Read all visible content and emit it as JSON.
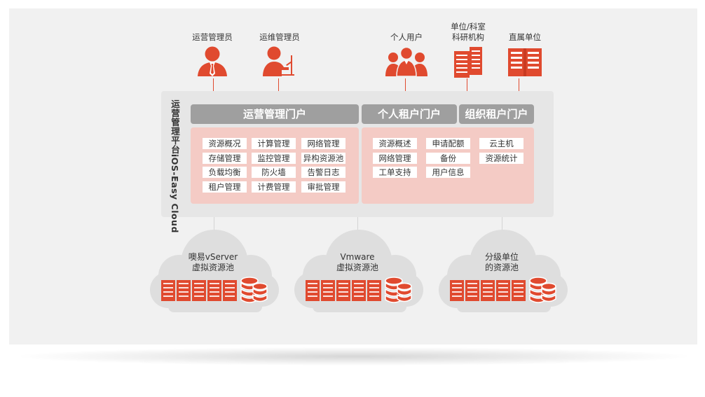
{
  "actors": [
    {
      "id": "ops-admin",
      "label": "运营管理员",
      "icon": "ops-admin-icon"
    },
    {
      "id": "maint-admin",
      "label": "运维管理员",
      "icon": "maint-admin-icon"
    },
    {
      "id": "personal-user",
      "label": "个人用户",
      "icon": "personal-user-icon"
    },
    {
      "id": "dept-office",
      "label_lines": [
        "单位/科室",
        "科研机构"
      ],
      "icon": "research-building-icon"
    },
    {
      "id": "direct-unit",
      "label": "直属单位",
      "icon": "direct-unit-building-icon"
    }
  ],
  "platform": {
    "title": "运营管理平台iOS-Easy Cloud",
    "portals": [
      {
        "id": "ops",
        "title": "运营管理门户"
      },
      {
        "id": "personal",
        "title": "个人租户门户"
      },
      {
        "id": "org",
        "title": "组织租户门户"
      }
    ],
    "ops_features": [
      [
        "资源概况",
        "计算管理",
        "网络管理"
      ],
      [
        "存储管理",
        "监控管理",
        "异构资源池"
      ],
      [
        "负载均衡",
        "防火墙",
        "告警日志"
      ],
      [
        "租户管理",
        "计费管理",
        "审批管理"
      ]
    ],
    "tenant_features": [
      [
        "资源概述",
        "申请配额",
        "云主机"
      ],
      [
        "网络管理",
        "备份",
        "资源统计"
      ],
      [
        "工单支持",
        "用户信息"
      ]
    ]
  },
  "pools": [
    {
      "id": "iserver",
      "label_lines": [
        "噢易vServer",
        "虚拟资源池"
      ]
    },
    {
      "id": "vmware",
      "label_lines": [
        "Vmware",
        "虚拟资源池"
      ]
    },
    {
      "id": "graded",
      "label_lines": [
        "分级单位",
        "的资源池"
      ]
    }
  ],
  "colors": {
    "accent": "#e04a2f",
    "panel": "#f4cbc5",
    "header": "#9f9f9f",
    "cloud": "#dedede",
    "platform": "#e6e6e6"
  }
}
